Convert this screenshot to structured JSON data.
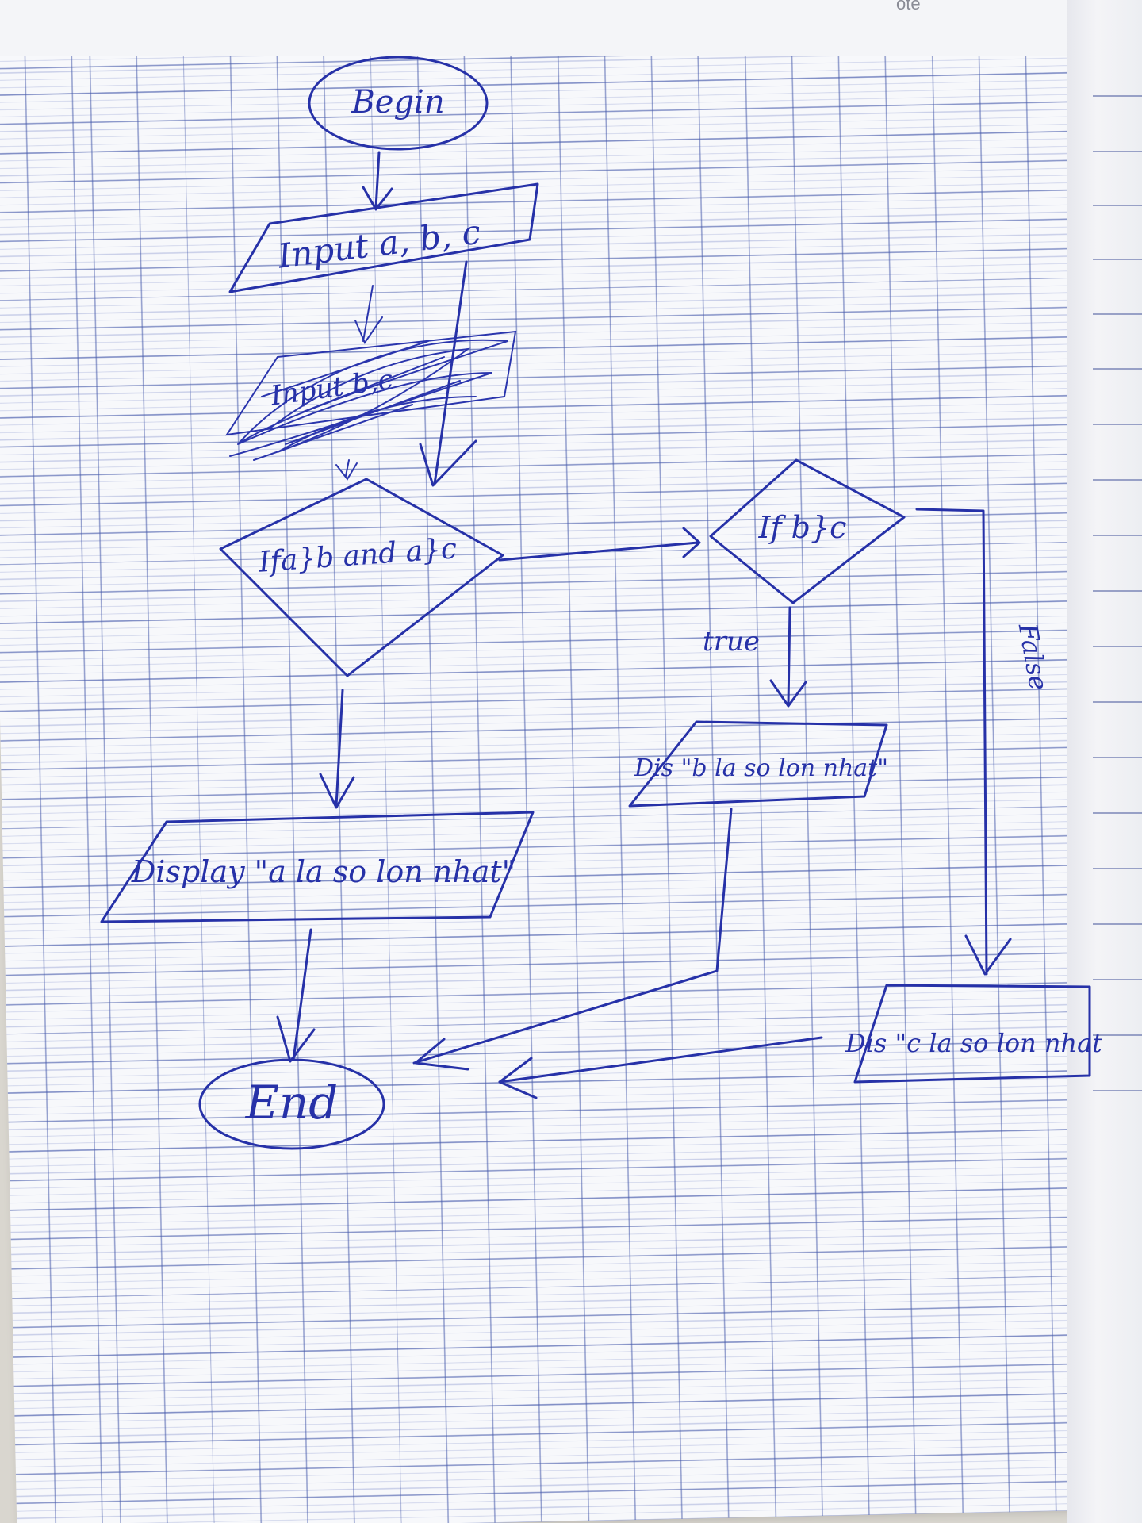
{
  "page": {
    "corner_text": "ote"
  },
  "flowchart": {
    "begin": "Begin",
    "input": "Input a, b, c",
    "crossed_out": "Input b,c",
    "decision1": "Ifa}b and a}c",
    "decision2": "If b}c",
    "true_label": "true",
    "false_label": "False",
    "display_a": "Display \"a la so lon nhat\"",
    "display_b": "Dis \"b la so lon nhat\"",
    "display_c": "Dis \"c la so lon nhat",
    "end": "End"
  },
  "colors": {
    "ink": "#2631a8",
    "paper": "#f7f8fb",
    "grid": "#465aaa"
  }
}
